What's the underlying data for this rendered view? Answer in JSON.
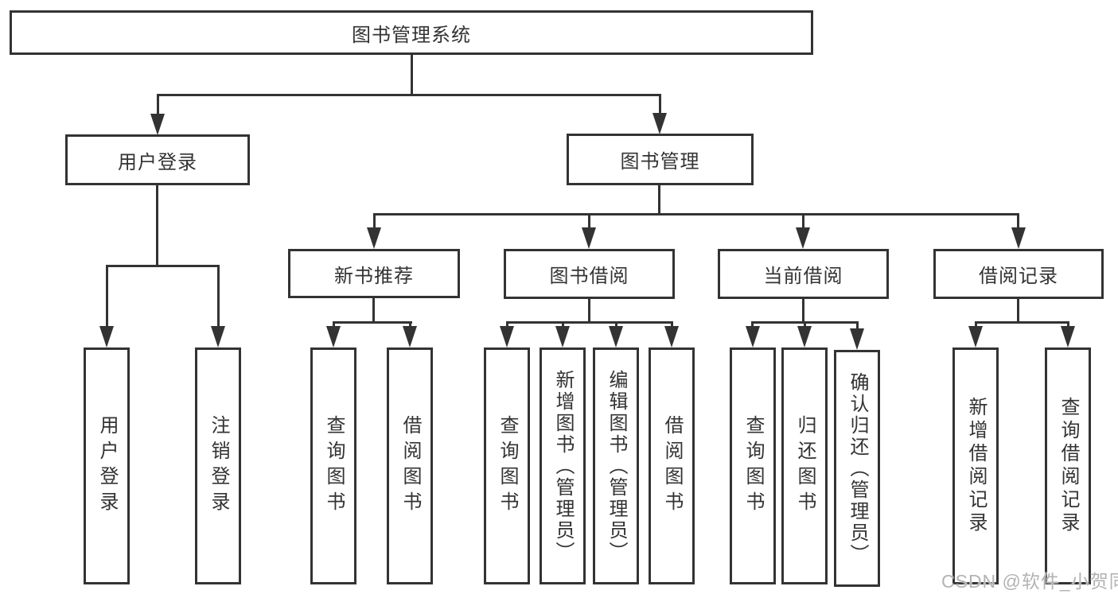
{
  "diagram": {
    "title": "图书管理系统",
    "nodes": {
      "root": "图书管理系统",
      "user_login": "用户登录",
      "book_mgmt": "图书管理",
      "new_book_rec": "新书推荐",
      "book_borrow": "图书借阅",
      "current_borrow": "当前借阅",
      "borrow_records": "借阅记录"
    },
    "leaves": {
      "user_login": [
        "用户登录",
        "注销登录"
      ],
      "new_book_rec": [
        "查询图书",
        "借阅图书"
      ],
      "book_borrow": [
        "查询图书",
        "新增图书（管理员）",
        "编辑图书（管理员）",
        "借阅图书"
      ],
      "current_borrow": [
        "查询图书",
        "归还图书",
        "确认归还（管理员）"
      ],
      "borrow_records": [
        "新增借阅记录",
        "查询借阅记录"
      ]
    },
    "colors": {
      "line": "#333333",
      "text": "#333333",
      "box_fill": "#ffffff",
      "background": "#ffffff",
      "watermark": "#b3b3b3"
    },
    "watermark": "CSDN @软件_小贺同学"
  }
}
